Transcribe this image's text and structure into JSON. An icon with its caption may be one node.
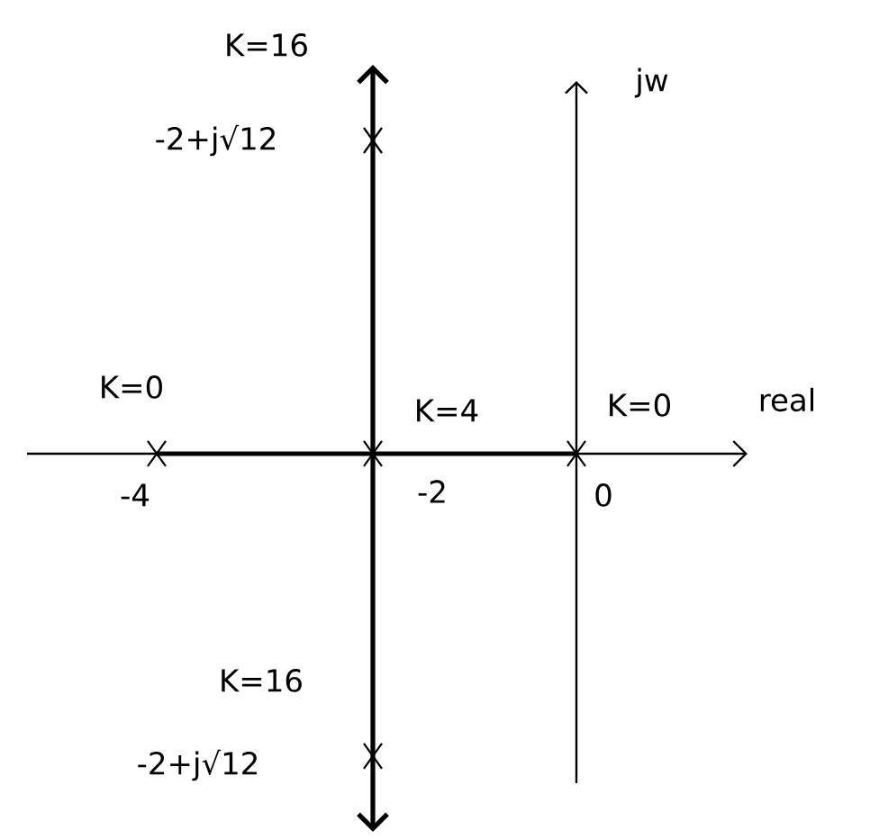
{
  "diagram": {
    "labels": [
      "K=16",
      "jw",
      "-2+j√12",
      "K=0",
      "K=4",
      "K=0",
      "real",
      "-4",
      "-2",
      "0",
      "K=16",
      "-2+j√12"
    ]
  }
}
